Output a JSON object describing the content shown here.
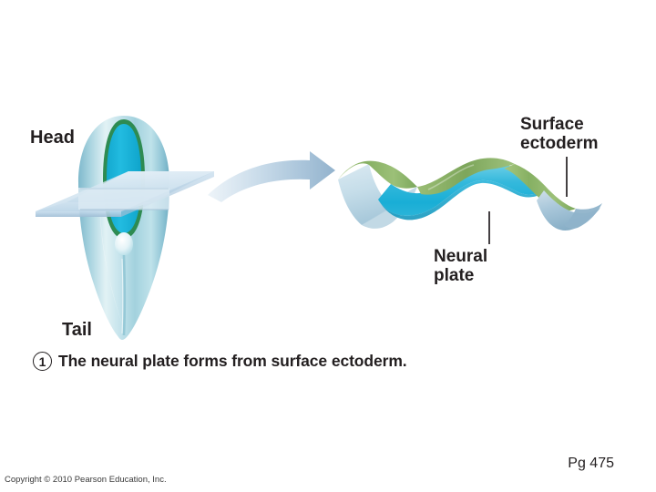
{
  "figure": {
    "title_caption": "The neural plate forms from surface ectoderm.",
    "step_number": "1",
    "page_number": "Pg 475",
    "copyright": "Copyright © 2010 Pearson Education, Inc.",
    "labels": {
      "head": "Head",
      "tail": "Tail",
      "surface_ectoderm": "Surface\nectoderm",
      "neural_plate": "Neural\nplate"
    },
    "colors": {
      "neural_plate_cyan": "#29b6d8",
      "neural_groove_green": "#2e8b52",
      "surface_ectoderm_green": "#8fb465",
      "embryo_body": "#bfe0e6",
      "cut_plane": "#cfe2ef",
      "arrow": "#a8c3d8",
      "label_text": "#231f20",
      "background": "#ffffff"
    },
    "elements": {
      "embryo": "dorsal-view-embryo-teardrop",
      "section_plane": "transverse-cutting-plane",
      "arrow": "curved-right-arrow",
      "wave_sheet": "folded-ectoderm-sheet"
    }
  }
}
